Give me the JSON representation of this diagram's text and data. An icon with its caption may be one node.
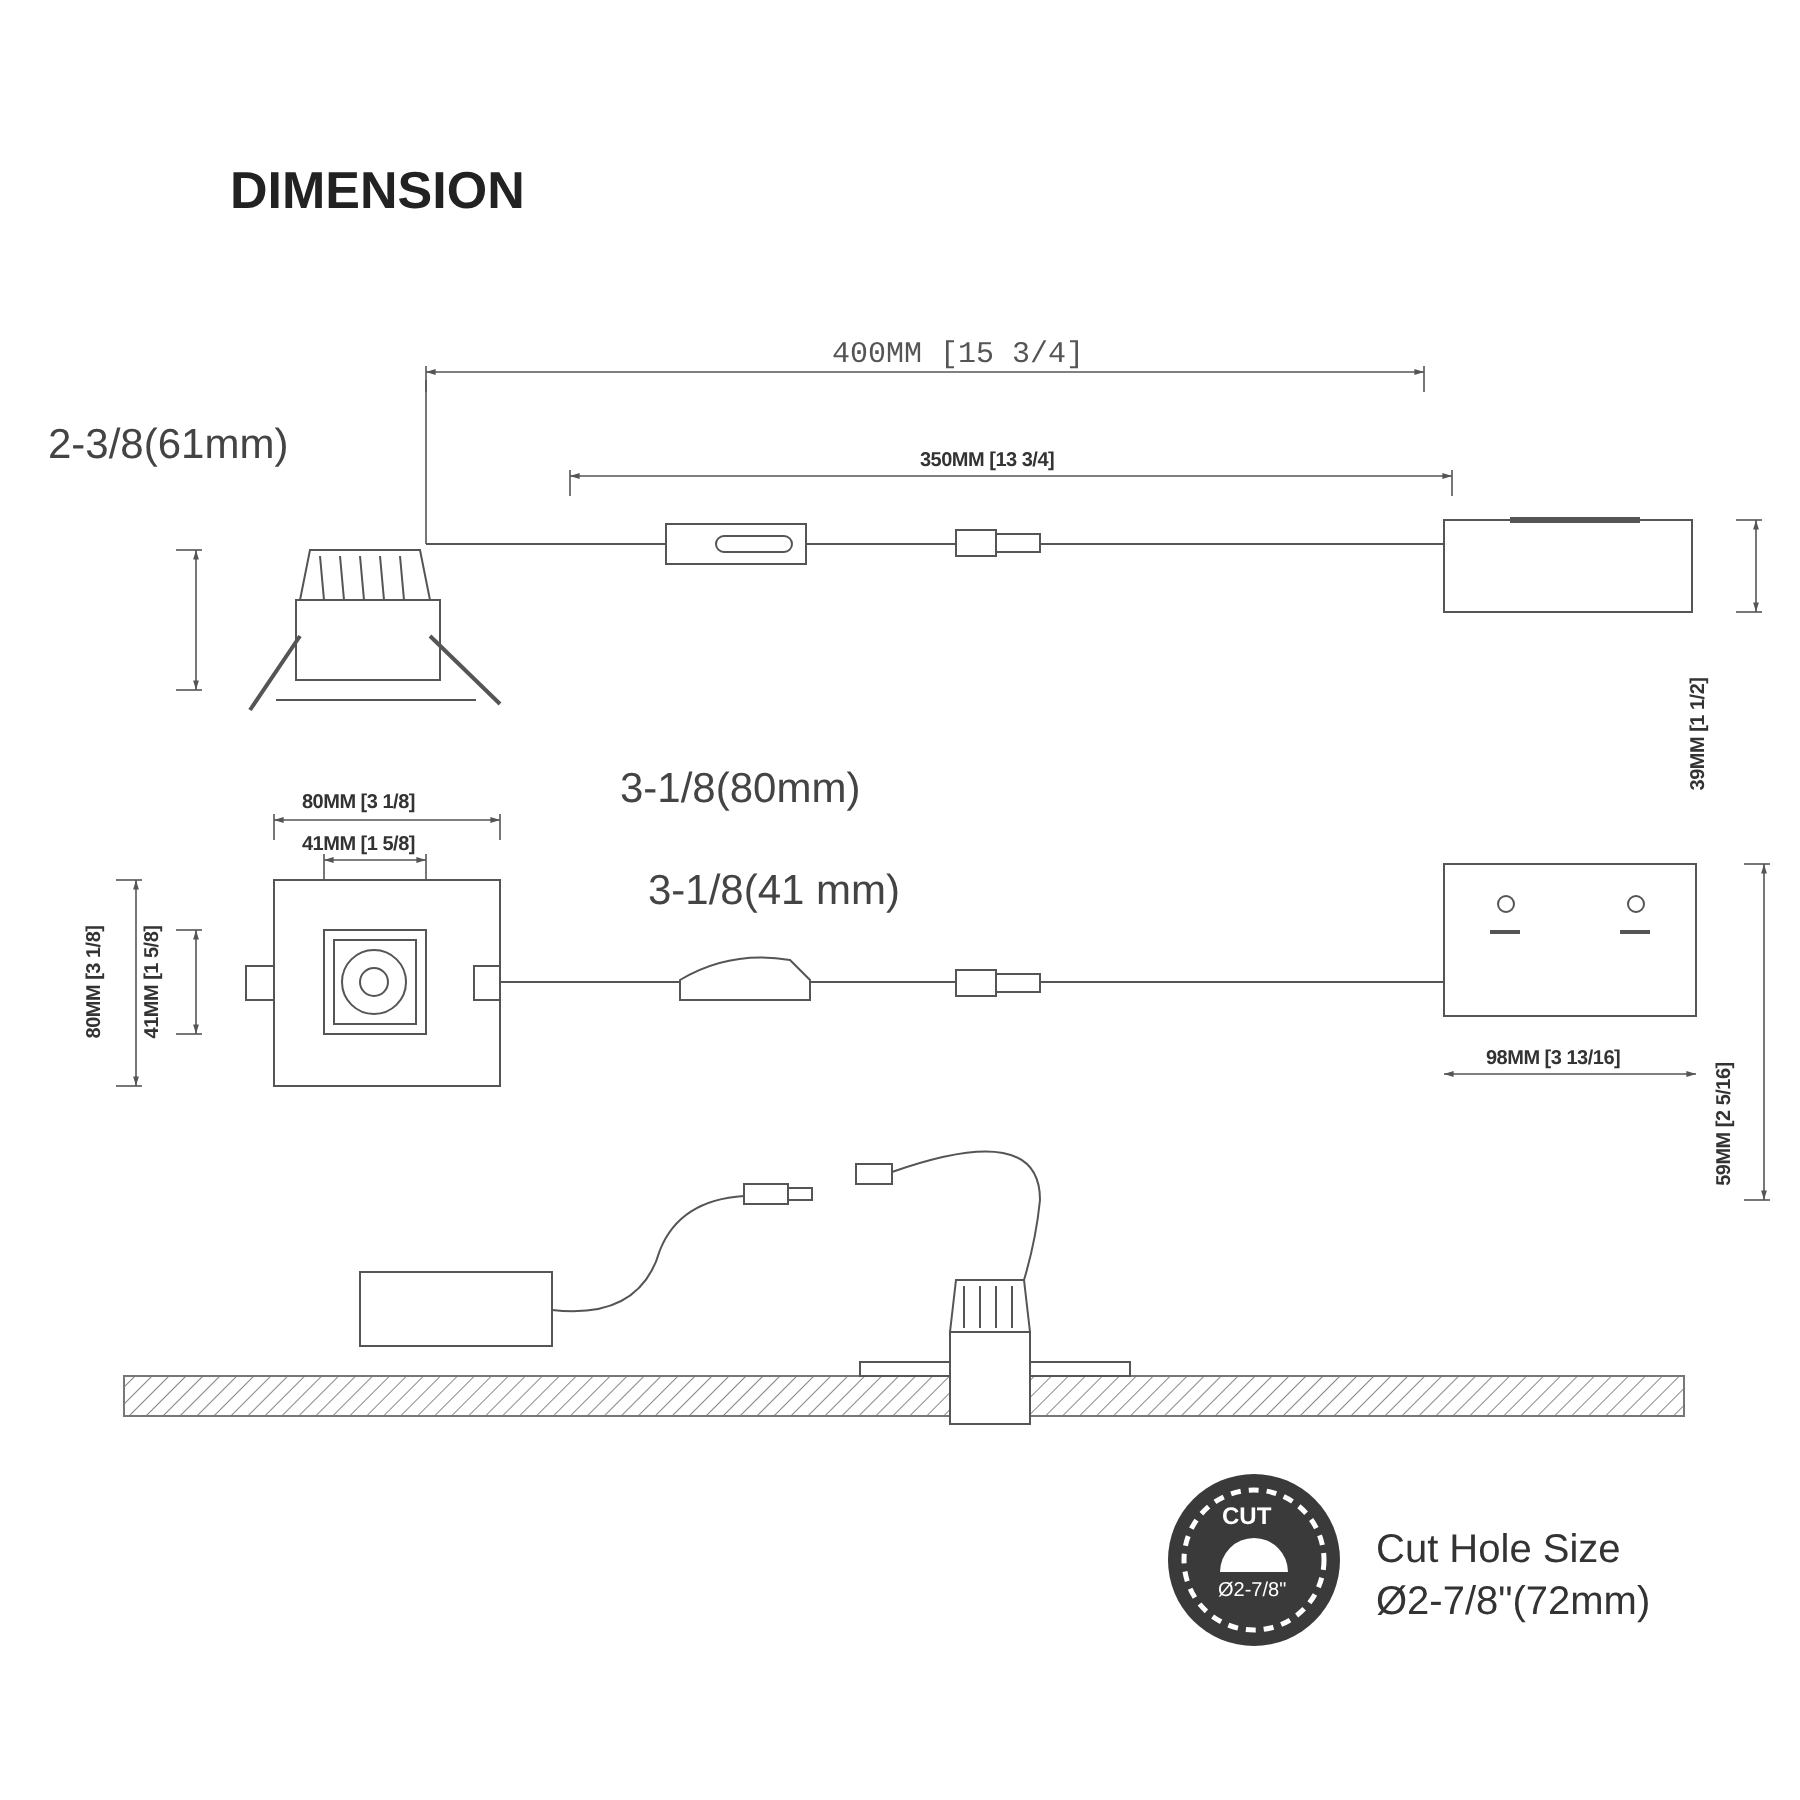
{
  "diagram": {
    "title": "DIMENSION",
    "labels": [
      "2-3/8(61mm)",
      "400MM [15 3/4]",
      "350MM [13 3/4]",
      "39MM [1 1/2]",
      "80MM [3 1/8]",
      "3-1/8(80mm)",
      "41MM [1 5/8]",
      "3-1/8(41 mm)",
      "80MM [3 1/8]",
      "41MM [1 5/8]",
      "98MM [3 13/16]",
      "59MM [2 5/16]",
      "CUT",
      "Ø2-7/8\"",
      "Cut Hole Size",
      "Ø2-7/8\"(72mm)"
    ]
  }
}
